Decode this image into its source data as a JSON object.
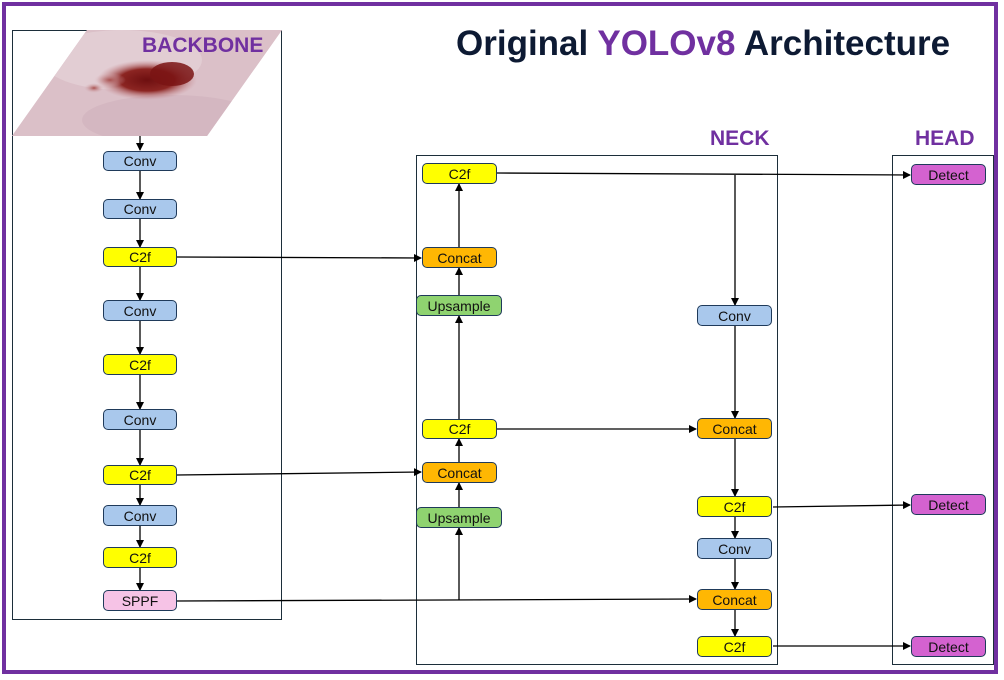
{
  "title": {
    "prefix": "Original",
    "highlight": "YOLOv8",
    "suffix": "Architecture",
    "highlight_color": "#7030a0"
  },
  "sections": {
    "backbone": "BACKBONE",
    "neck": "NECK",
    "head": "HEAD"
  },
  "input_image": {
    "icon": "skin-lesion-image"
  },
  "nodes": {
    "bb_conv1": "Conv",
    "bb_conv2": "Conv",
    "bb_c2f1": "C2f",
    "bb_conv3": "Conv",
    "bb_c2f2": "C2f",
    "bb_conv4": "Conv",
    "bb_c2f3": "C2f",
    "bb_conv5": "Conv",
    "bb_c2f4": "C2f",
    "bb_sppf": "SPPF",
    "nk_c2f_top": "C2f",
    "nk_concat_top": "Concat",
    "nk_upsample_top": "Upsample",
    "nk_c2f_mid": "C2f",
    "nk_concat_mid": "Concat",
    "nk_upsample_bot": "Upsample",
    "nk_conv_r1": "Conv",
    "nk_concat_r1": "Concat",
    "nk_c2f_r1": "C2f",
    "nk_conv_r2": "Conv",
    "nk_concat_r2": "Concat",
    "nk_c2f_r2": "C2f",
    "hd_detect1": "Detect",
    "hd_detect2": "Detect",
    "hd_detect3": "Detect"
  },
  "colors": {
    "conv": "#a9c8ec",
    "c2f": "#ffff00",
    "concat": "#ffb703",
    "upsample": "#8fd370",
    "detect": "#d462d0",
    "sppf": "#f6c3e6",
    "frame": "#7030a0"
  }
}
